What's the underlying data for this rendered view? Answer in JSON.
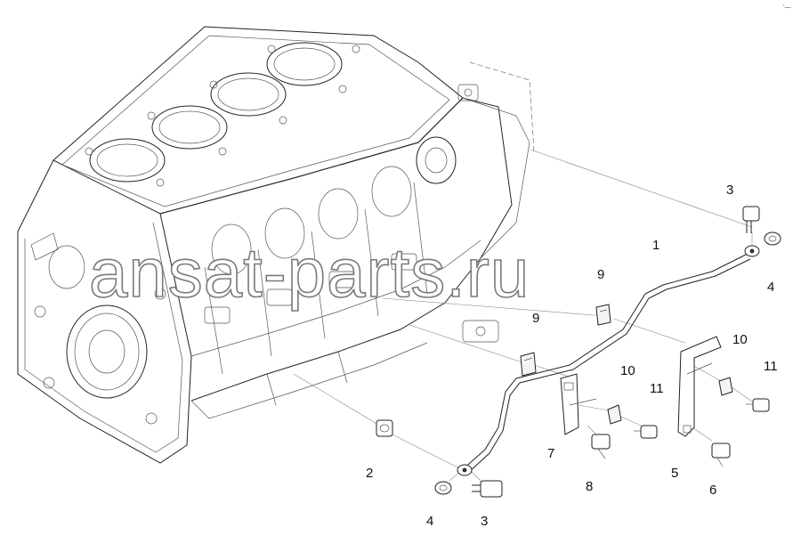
{
  "callouts": {
    "c1": "1",
    "c2": "2",
    "c3_top": "3",
    "c3_bottom": "3",
    "c4_right": "4",
    "c4_bottom": "4",
    "c5": "5",
    "c6": "6",
    "c7": "7",
    "c8": "8",
    "c9_upper": "9",
    "c9_lower": "9",
    "c10_right": "10",
    "c10_left": "10",
    "c11_right": "11",
    "c11_left": "11"
  },
  "watermark": "ansat-parts.ru",
  "corner_mark": "‘—"
}
